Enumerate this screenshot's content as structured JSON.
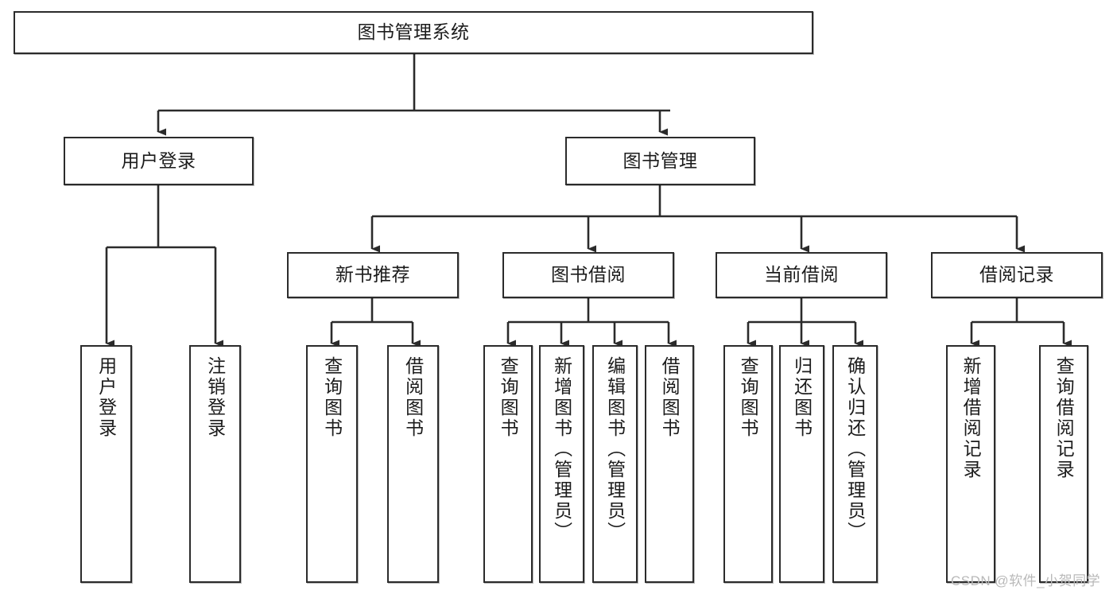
{
  "diagram": {
    "title": "图书管理系统",
    "type": "tree-hierarchy-chart",
    "root": {
      "label": "图书管理系统"
    },
    "level1": [
      {
        "label": "用户登录"
      },
      {
        "label": "图书管理"
      }
    ],
    "level2": [
      {
        "label": "新书推荐"
      },
      {
        "label": "图书借阅"
      },
      {
        "label": "当前借阅"
      },
      {
        "label": "借阅记录"
      }
    ],
    "leaves": {
      "user_login": [
        {
          "label": "用户登录"
        },
        {
          "label": "注销登录"
        }
      ],
      "new_book_recommend": [
        {
          "label": "查询图书"
        },
        {
          "label": "借阅图书"
        }
      ],
      "book_borrow": [
        {
          "label": "查询图书"
        },
        {
          "label": "新增图书（管理员）"
        },
        {
          "label": "编辑图书（管理员）"
        },
        {
          "label": "借阅图书"
        }
      ],
      "current_borrow": [
        {
          "label": "查询图书"
        },
        {
          "label": "归还图书"
        },
        {
          "label": "确认归还（管理员）"
        }
      ],
      "borrow_record": [
        {
          "label": "新增借阅记录"
        },
        {
          "label": "查询借阅记录"
        }
      ]
    }
  },
  "watermark": {
    "text": "CSDN @软件_小贺同学"
  },
  "colors": {
    "stroke": "#2b2b2b",
    "background": "#ffffff",
    "text": "#1c1c1c",
    "watermark": "#b9b9b9"
  }
}
